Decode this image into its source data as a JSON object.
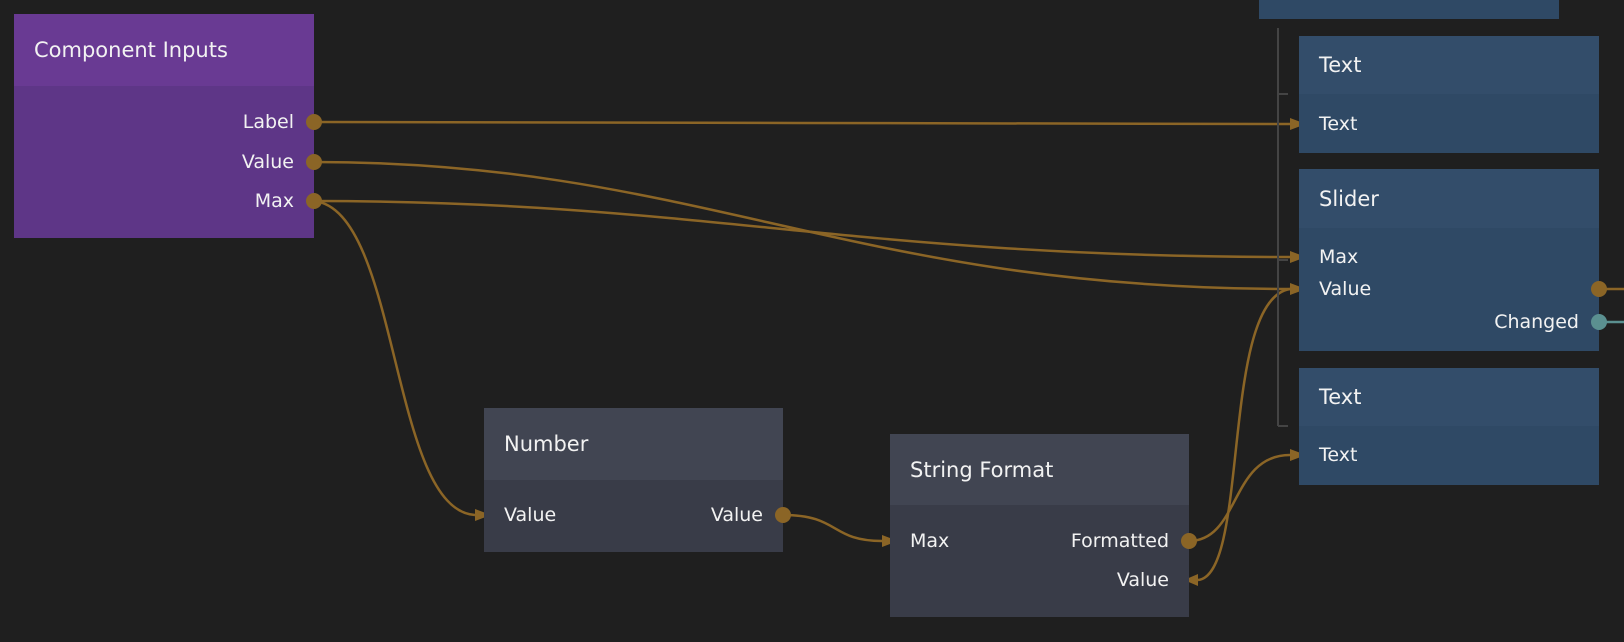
{
  "colors": {
    "background": "#1f1f1f",
    "wire": "#8b6526",
    "signal_wire": "#5b9090",
    "component_inputs": "#5e3687",
    "logic_node": "#393c48",
    "visual_node": "#2f4965"
  },
  "nodes": {
    "component_inputs": {
      "title": "Component Inputs",
      "outputs": [
        "Label",
        "Value",
        "Max"
      ]
    },
    "number": {
      "title": "Number",
      "input": "Value",
      "output": "Value"
    },
    "string_format": {
      "title": "String Format",
      "input": "Max",
      "output": "Formatted",
      "output_input": "Value"
    },
    "text1": {
      "title": "Text",
      "input": "Text"
    },
    "slider": {
      "title": "Slider",
      "inputs": [
        "Max",
        "Value"
      ],
      "outputs": [
        "Changed"
      ]
    },
    "text2": {
      "title": "Text",
      "input": "Text"
    }
  }
}
